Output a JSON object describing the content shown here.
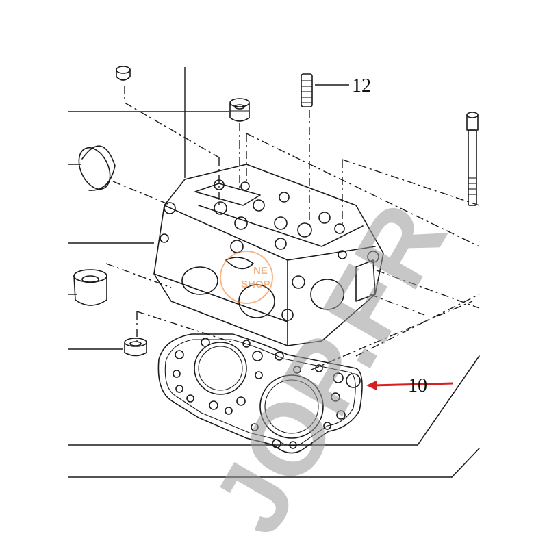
{
  "callouts": {
    "part_12": "12",
    "part_10": "10"
  },
  "watermark": {
    "text": "JOP.FR"
  },
  "logo": {
    "line1": "NE",
    "line2": "SHOP"
  },
  "colors": {
    "line_ink": "#1a1a1a",
    "arrow": "#d42020",
    "watermark": "#9a9a9a",
    "logo_orange": "#f07a22"
  }
}
